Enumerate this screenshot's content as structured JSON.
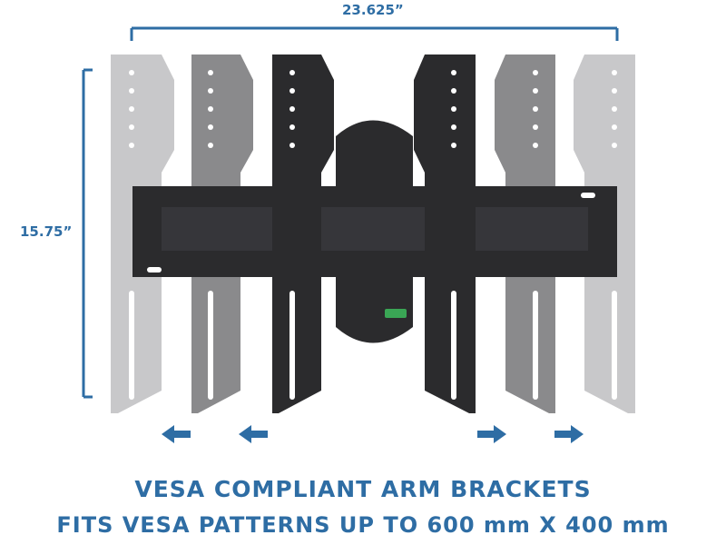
{
  "dimensions": {
    "width_label": "23.625”",
    "height_label": "15.75”"
  },
  "captions": {
    "line1": "VESA COMPLIANT ARM BRACKETS",
    "line2": "FITS VESA PATTERNS UP TO 600 mm X 400 mm"
  },
  "colors": {
    "accent": "#2e6da4",
    "bracket_dark": "#2b2b2d",
    "bracket_mid": "#8a8a8c",
    "bracket_light": "#c8c8ca"
  },
  "icons": {
    "left_arrows": "arrow-left-icon",
    "right_arrows": "arrow-right-icon",
    "level": "bubble-level-icon"
  }
}
